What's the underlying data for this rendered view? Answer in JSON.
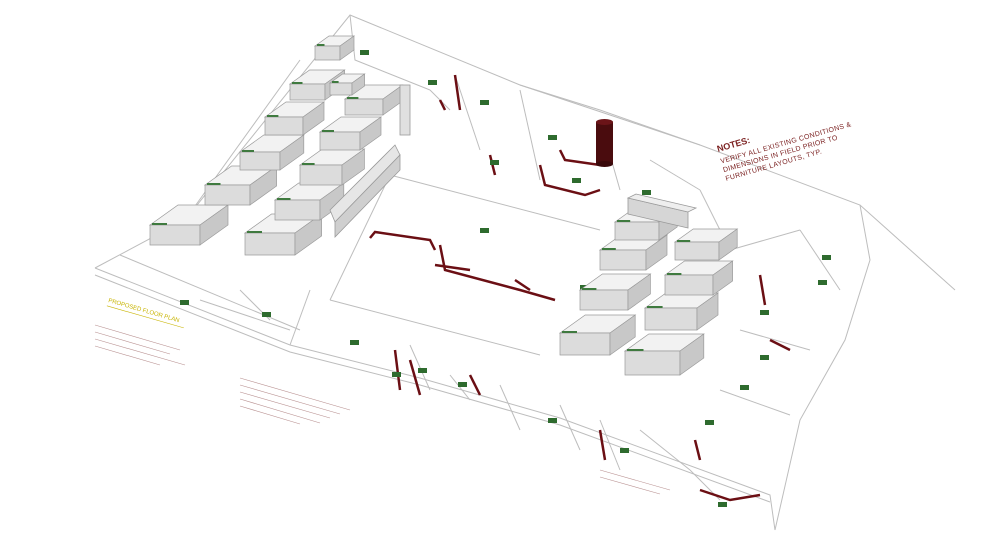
{
  "colors": {
    "wall": "#6b0f14",
    "line": "#b9b9b9",
    "tag": "#2e6b2e",
    "note": "#7a1f1f",
    "yellow": "#c8b400",
    "cubicle": "#e3e3e3"
  },
  "notes": {
    "heading": "NOTES:",
    "lines": [
      "VERIFY ALL EXISTING CONDITIONS &",
      "DIMENSIONS IN FIELD PRIOR TO",
      "FURNITURE LAYOUTS, TYP."
    ]
  },
  "plan_title": "PROPOSED FLOOR PLAN",
  "icons": {
    "column": "round-column",
    "workstation": "cubicle-workstation"
  }
}
